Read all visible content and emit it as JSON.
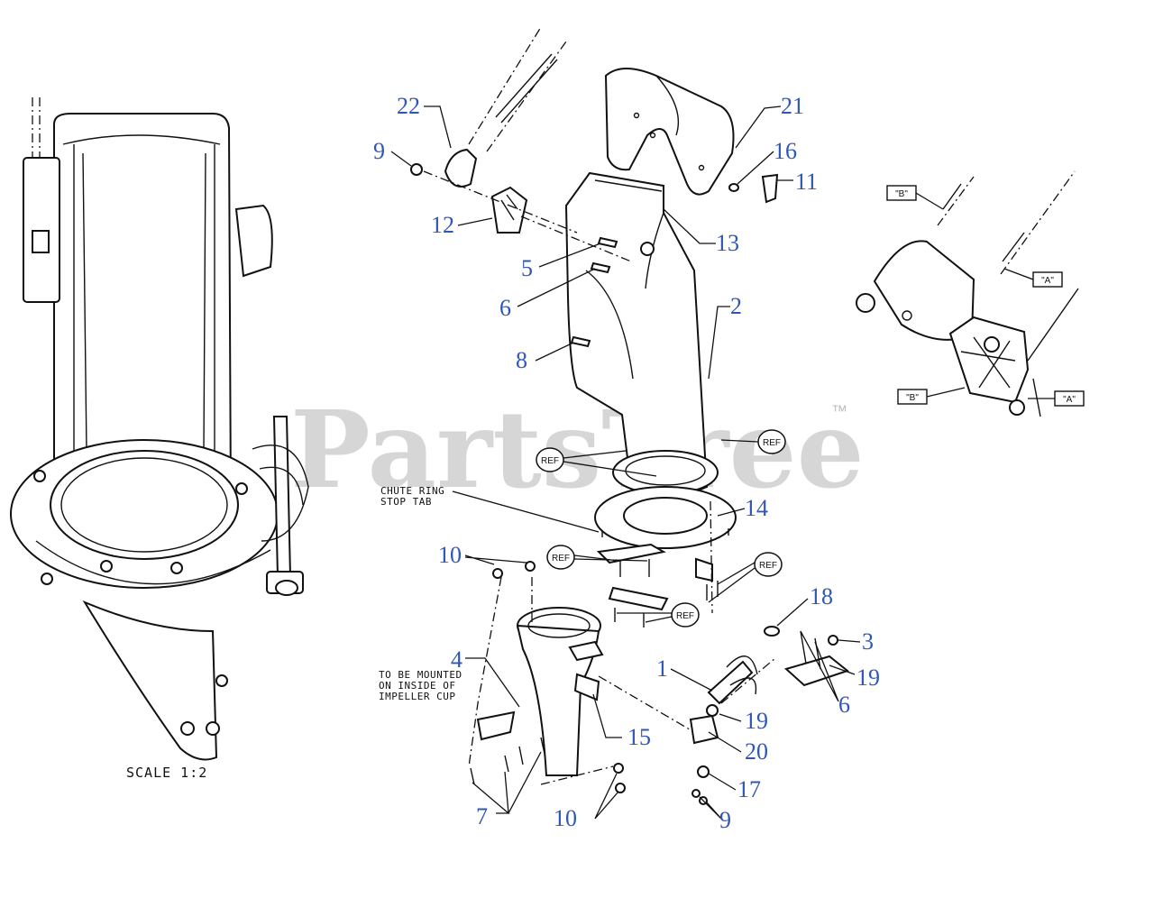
{
  "watermark": {
    "text": "PartsTree",
    "trademark": "™"
  },
  "scale_label": "SCALE 1:2",
  "notes": {
    "chute_ring_line1": "CHUTE RING",
    "chute_ring_line2": "STOP TAB",
    "mount_line1": "TO BE MOUNTED",
    "mount_line2": "ON INSIDE OF",
    "mount_line3": "IMPELLER CUP"
  },
  "callouts": {
    "c22": "22",
    "c21": "21",
    "c9a": "9",
    "c16": "16",
    "c11": "11",
    "c12": "12",
    "c13": "13",
    "c5": "5",
    "c6a": "6",
    "c2": "2",
    "c8": "8",
    "c14": "14",
    "c10a": "10",
    "c4": "4",
    "c1": "1",
    "c18": "18",
    "c3": "3",
    "c19a": "19",
    "c6b": "6",
    "c19b": "19",
    "c20": "20",
    "c15": "15",
    "c17": "17",
    "c7": "7",
    "c10b": "10",
    "c9b": "9"
  },
  "ref_label": "REF",
  "detail_tags": {
    "b_top": "\"B\"",
    "a_top": "\"A\"",
    "b_bottom": "\"B\"",
    "a_bottom": "\"A\""
  }
}
